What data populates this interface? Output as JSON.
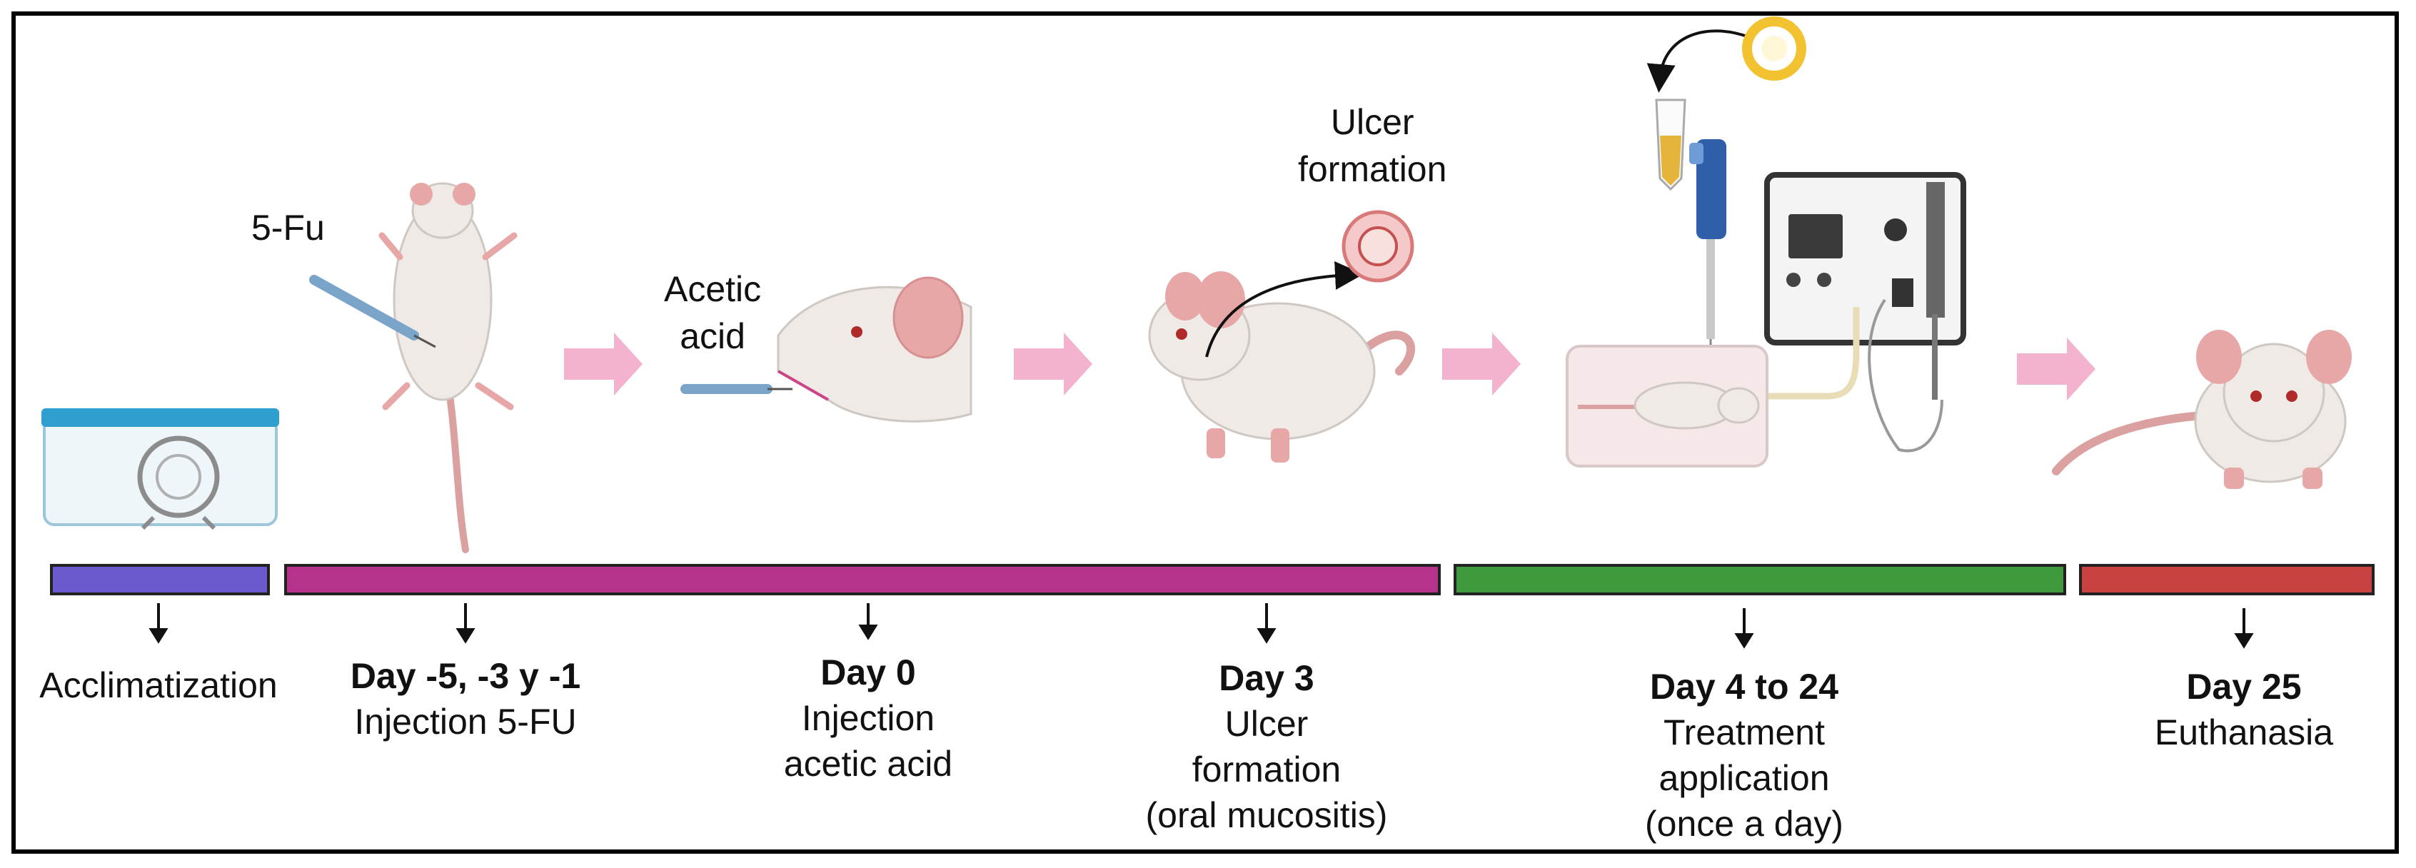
{
  "annotations": {
    "fu": "5-Fu",
    "acetic_1": "Acetic",
    "acetic_2": "acid",
    "ulcer_1": "Ulcer",
    "ulcer_2": "formation"
  },
  "stages": [
    {
      "color": "#6a5acd",
      "title": "",
      "lines": [
        "Acclimatization"
      ]
    },
    {
      "color": "#b5338a",
      "title": "Day -5, -3 y -1",
      "lines": [
        "Injection 5-FU"
      ]
    },
    {
      "color": "#b5338a",
      "title": "Day 0",
      "lines": [
        "Injection",
        "acetic acid"
      ]
    },
    {
      "color": "#b5338a",
      "title": "Day 3",
      "lines": [
        "Ulcer",
        "formation",
        "(oral mucositis)"
      ]
    },
    {
      "color": "#3f9a3d",
      "title": "Day 4 to 24",
      "lines": [
        "Treatment",
        "application",
        "(once a day)"
      ]
    },
    {
      "color": "#c94242",
      "title": "Day 25",
      "lines": [
        "Euthanasia"
      ]
    }
  ],
  "colors": {
    "mouse_body": "#efeae6",
    "mouse_ear": "#e8a7a7",
    "tail": "#dba0a0",
    "arrow_pink": "#f3b3cf",
    "cage_lid": "#2f9fd0",
    "pipette": "#2f5fa8",
    "tube_liquid": "#e6b43a",
    "ring": "#f2c230"
  },
  "icons": [
    "cage-icon",
    "mouse-icon",
    "syringe-icon",
    "pipette-icon",
    "tube-icon",
    "ring-icon",
    "device-icon",
    "ulcer-icon"
  ]
}
